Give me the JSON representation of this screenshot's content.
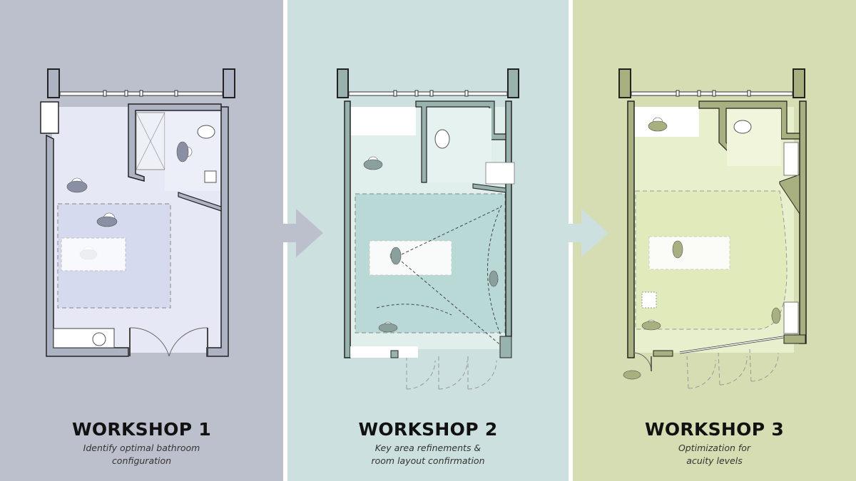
{
  "colors": {
    "workshop1_bg": "#bcc0cc",
    "workshop2_bg": "#cbe0df",
    "workshop3_bg": "#d6ddb2",
    "divider": "#ffffff",
    "wall_1": "#aeb3c4",
    "wall_2": "#98b2ae",
    "wall_3": "#a8b07f",
    "floor_1": "#e6e9f5",
    "floor_2": "#e0eeec",
    "floor_3": "#e8efcc",
    "zone_1": "#d5daef",
    "zone_2": "#b9d9d6",
    "zone_3": "#e0eabb"
  },
  "panels": [
    {
      "title": "WORKSHOP 1",
      "subtitle_line1": "Identify optimal bathroom",
      "subtitle_line2": "configuration"
    },
    {
      "title": "WORKSHOP 2",
      "subtitle_line1": "Key area refinements &",
      "subtitle_line2": "room layout confirmation"
    },
    {
      "title": "WORKSHOP 3",
      "subtitle_line1": "Optimization for",
      "subtitle_line2": "acuity levels"
    }
  ],
  "arrows": [
    {
      "from": "Workshop 1",
      "to": "Workshop 2"
    },
    {
      "from": "Workshop 2",
      "to": "Workshop 3"
    }
  ]
}
